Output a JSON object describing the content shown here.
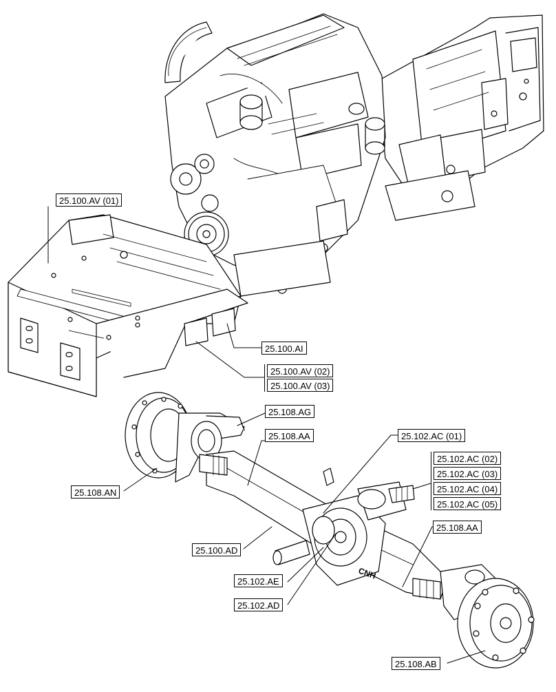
{
  "labels": {
    "av01": "25.100.AV (01)",
    "ai": "25.100.AI",
    "av02": "25.100.AV (02)",
    "av03": "25.100.AV (03)",
    "ag": "25.108.AG",
    "aa_left": "25.108.AA",
    "ac01": "25.102.AC (01)",
    "ac02": "25.102.AC (02)",
    "ac03": "25.102.AC (03)",
    "ac04": "25.102.AC (04)",
    "ac05": "25.102.AC (05)",
    "an": "25.108.AN",
    "aa_right": "25.108.AA",
    "ad100": "25.100.AD",
    "ae": "25.102.AE",
    "ad102": "25.102.AD",
    "ab": "25.108.AB"
  },
  "cast_text": "CNH"
}
